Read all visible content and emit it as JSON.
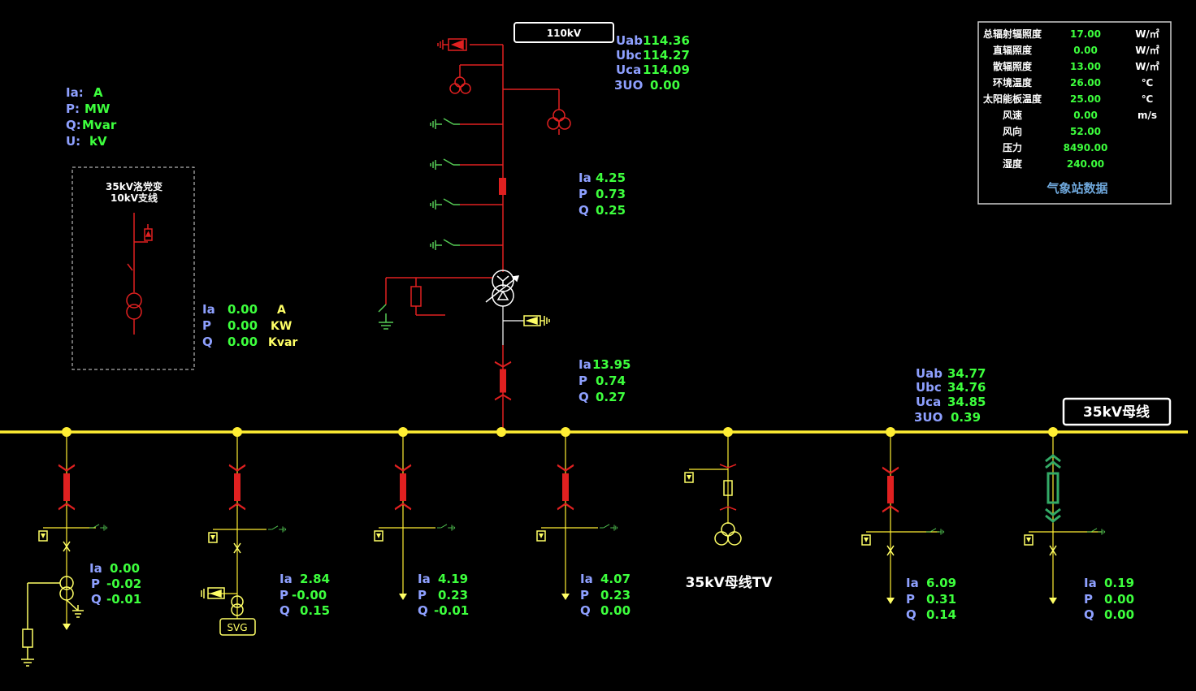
{
  "units_legend": {
    "ia": "Ia:",
    "ia_unit": "A",
    "p": "P:",
    "p_unit": "MW",
    "q": "Q:",
    "q_unit": "Mvar",
    "u": "U:",
    "u_unit": "kV"
  },
  "hv_bus": {
    "label": "110kV",
    "uab_label": "Uab",
    "uab": "114.36",
    "ubc_label": "Ubc",
    "ubc": "114.27",
    "uca_label": "Uca",
    "uca": "114.09",
    "u0_label": "3UO",
    "u0": "0.00"
  },
  "transformer_hv_side": {
    "ia_label": "Ia",
    "ia": "4.25",
    "p_label": "P",
    "p": "0.73",
    "q_label": "Q",
    "q": "0.25"
  },
  "transformer_lv_side": {
    "ia_label": "Ia",
    "ia": "13.95",
    "p_label": "P",
    "p": "0.74",
    "q_label": "Q",
    "q": "0.27"
  },
  "branch_box": {
    "title_line1": "35kV洛党变",
    "title_line2": "10kV支线",
    "ia_label": "Ia",
    "ia": "0.00",
    "ia_unit": "A",
    "p_label": "P",
    "p": "0.00",
    "p_unit": "KW",
    "q_label": "Q",
    "q": "0.00",
    "q_unit": "Kvar"
  },
  "weather": {
    "title": "气象站数据",
    "rows": [
      {
        "name": "总辐射辐照度",
        "value": "17.00",
        "unit": "W/㎡"
      },
      {
        "name": "直辐照度",
        "value": "0.00",
        "unit": "W/㎡"
      },
      {
        "name": "散辐照度",
        "value": "13.00",
        "unit": "W/㎡"
      },
      {
        "name": "环境温度",
        "value": "26.00",
        "unit": "℃"
      },
      {
        "name": "太阳能板温度",
        "value": "25.00",
        "unit": "℃"
      },
      {
        "name": "风速",
        "value": "0.00",
        "unit": "m/s"
      },
      {
        "name": "风向",
        "value": "52.00",
        "unit": ""
      },
      {
        "name": "压力",
        "value": "8490.00",
        "unit": ""
      },
      {
        "name": "湿度",
        "value": "240.00",
        "unit": ""
      }
    ]
  },
  "lv_bus": {
    "label": "35kV母线",
    "uab_label": "Uab",
    "uab": "34.77",
    "ubc_label": "Ubc",
    "ubc": "34.76",
    "uca_label": "Uca",
    "uca": "34.85",
    "u0_label": "3UO",
    "u0": "0.39"
  },
  "feeders": [
    {
      "ia_label": "Ia",
      "ia": "0.00",
      "p_label": "P",
      "p": "-0.02",
      "q_label": "Q",
      "q": "-0.01"
    },
    {
      "ia_label": "Ia",
      "ia": "2.84",
      "p_label": "P",
      "p": "-0.00",
      "q_label": "Q",
      "q": "0.15",
      "device": "SVG"
    },
    {
      "ia_label": "Ia",
      "ia": "4.19",
      "p_label": "P",
      "p": "0.23",
      "q_label": "Q",
      "q": "-0.01"
    },
    {
      "ia_label": "Ia",
      "ia": "4.07",
      "p_label": "P",
      "p": "0.23",
      "q_label": "Q",
      "q": "0.00"
    },
    {
      "ia_label": "Ia",
      "ia": "6.09",
      "p_label": "P",
      "p": "0.31",
      "q_label": "Q",
      "q": "0.14"
    },
    {
      "ia_label": "Ia",
      "ia": "0.19",
      "p_label": "P",
      "p": "0.00",
      "q_label": "Q",
      "q": "0.00"
    }
  ],
  "bus_tv_label": "35kV母线TV",
  "colors": {
    "bus": "#ffee33",
    "hv": "#e02020",
    "ground": "#55cc55",
    "pt": "#ffff66",
    "reactor": "#33aa66"
  }
}
